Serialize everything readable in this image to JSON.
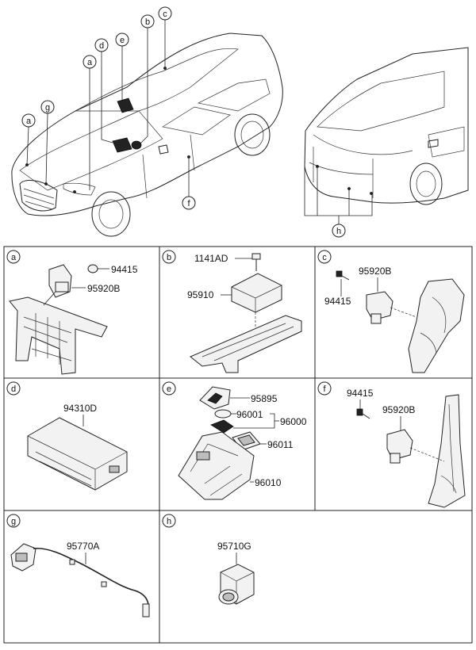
{
  "overview": {
    "callouts": {
      "a_front": "a",
      "g": "g",
      "a_hood": "a",
      "d": "d",
      "e": "e",
      "b": "b",
      "c": "c",
      "f": "f",
      "h": "h"
    }
  },
  "panels": [
    {
      "id": "a",
      "label": "a",
      "parts": [
        "94415",
        "95920B"
      ]
    },
    {
      "id": "b",
      "label": "b",
      "parts": [
        "1141AD",
        "95910"
      ]
    },
    {
      "id": "c",
      "label": "c",
      "parts": [
        "95920B",
        "94415"
      ]
    },
    {
      "id": "d",
      "label": "d",
      "parts": [
        "94310D"
      ]
    },
    {
      "id": "e",
      "label": "e",
      "parts": [
        "95895",
        "96001",
        "96000",
        "96011",
        "96010"
      ]
    },
    {
      "id": "f",
      "label": "f",
      "parts": [
        "94415",
        "95920B"
      ]
    },
    {
      "id": "g",
      "label": "g",
      "parts": [
        "95770A"
      ]
    },
    {
      "id": "h",
      "label": "h",
      "parts": [
        "95710G"
      ]
    }
  ]
}
